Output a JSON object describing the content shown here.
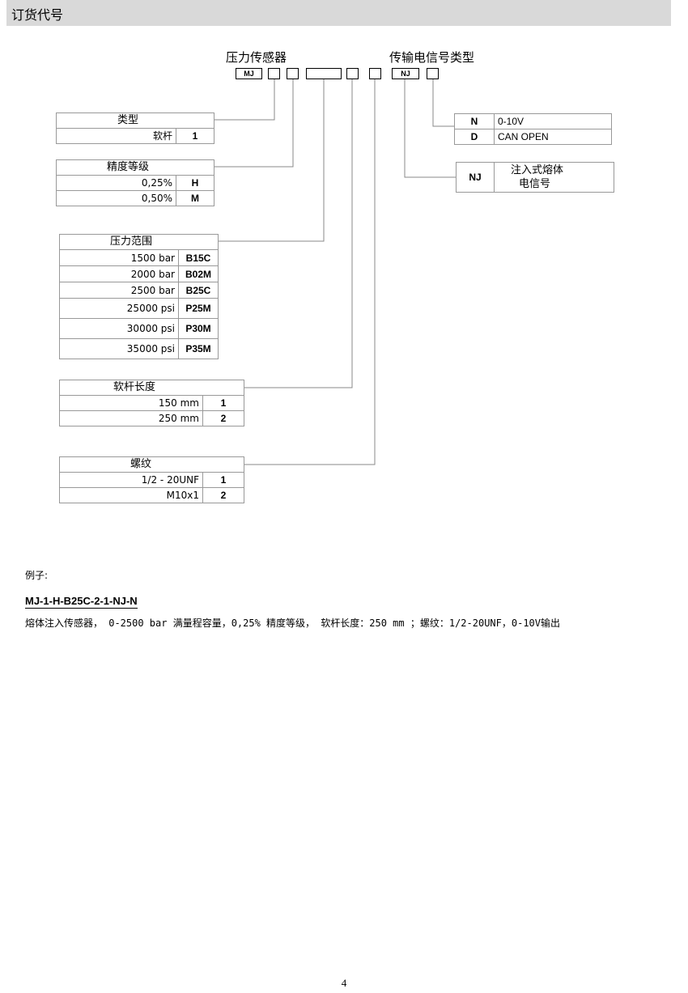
{
  "header": {
    "title": "订货代号"
  },
  "diagram": {
    "label_sensor": "压力传感器",
    "label_signal": "传输电信号类型",
    "boxes": [
      "MJ",
      "",
      "",
      "",
      "",
      "",
      "NJ",
      ""
    ]
  },
  "type_table": {
    "header": "类型",
    "rows": [
      {
        "label": "软杆",
        "code": "1"
      }
    ]
  },
  "precision_table": {
    "header": "精度等级",
    "rows": [
      {
        "label": "0,25%",
        "code": "H"
      },
      {
        "label": "0,50%",
        "code": "M"
      }
    ]
  },
  "pressure_table": {
    "header": "压力范围",
    "rows": [
      {
        "label": "1500 bar",
        "code": "B15C"
      },
      {
        "label": "2000 bar",
        "code": "B02M"
      },
      {
        "label": "2500 bar",
        "code": "B25C"
      },
      {
        "label": "25000 psi",
        "code": "P25M"
      },
      {
        "label": "30000 psi",
        "code": "P30M"
      },
      {
        "label": "35000 psi",
        "code": "P35M"
      }
    ]
  },
  "length_table": {
    "header": "软杆长度",
    "rows": [
      {
        "label": "150 mm",
        "code": "1"
      },
      {
        "label": "250 mm",
        "code": "2"
      }
    ]
  },
  "thread_table": {
    "header": "螺纹",
    "rows": [
      {
        "label": "1/2 - 20UNF",
        "code": "1"
      },
      {
        "label": "M10x1",
        "code": "2"
      }
    ]
  },
  "output_table": {
    "rows": [
      {
        "code": "N",
        "label": "0-10V"
      },
      {
        "code": "D",
        "label": "CAN OPEN"
      }
    ]
  },
  "melt_table": {
    "code": "NJ",
    "line1": "注入式熔体",
    "line2": "电信号"
  },
  "example": {
    "label": "例子:",
    "code": "MJ-1-H-B25C-2-1-NJ-N",
    "description": "熔体注入传感器， 0-2500 bar 满量程容量，0,25% 精度等级， 软杆长度：250 mm ；螺纹：1/2-20UNF，0-10V输出"
  },
  "page_number": "4"
}
